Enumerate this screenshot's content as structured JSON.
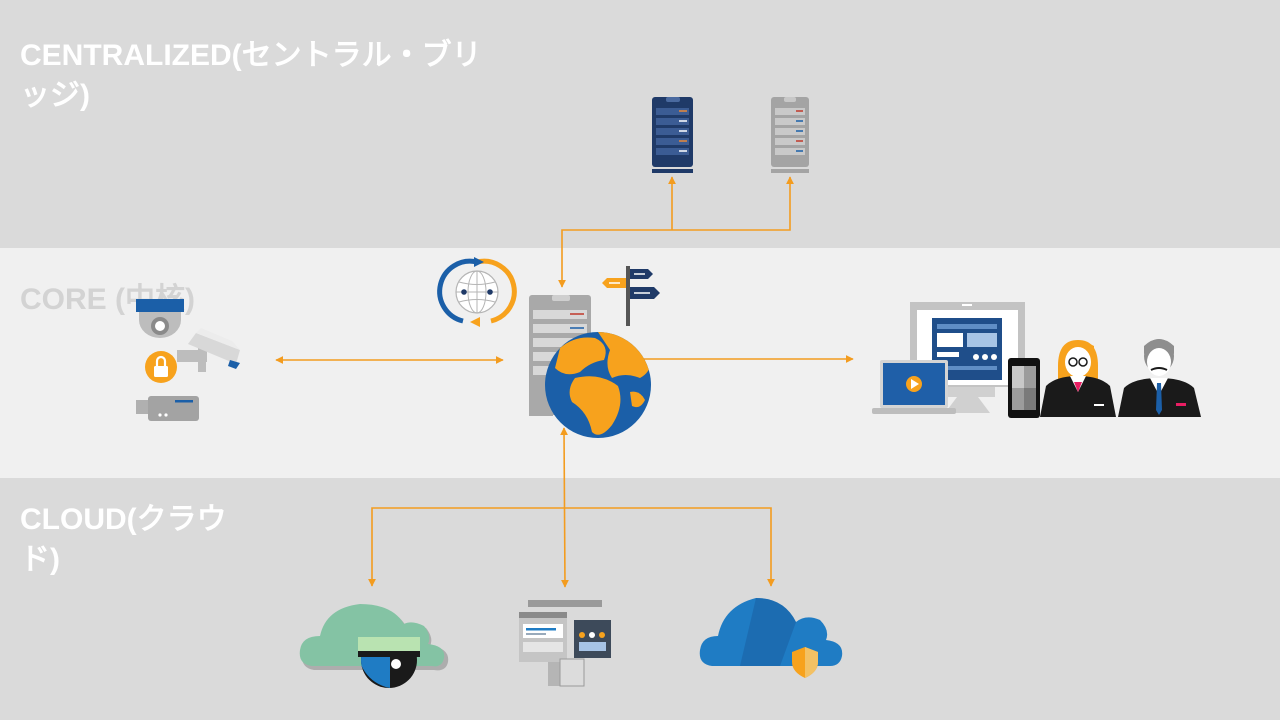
{
  "sections": {
    "centralized": "CENTRALIZED(セントラル・ブリッジ)",
    "core": "CORE (中核)",
    "cloud": "CLOUD(クラウド)"
  },
  "colors": {
    "arrow": "#f39c1f",
    "navy": "#1f3a68",
    "blue": "#1b5fa8",
    "cloud_blue": "#1f7cc4",
    "teal_cloud": "#84c3a4",
    "gray": "#9a9a9a",
    "orange": "#f7a21d"
  },
  "icons": {
    "navy_server": "navy-server-icon",
    "gray_server": "gray-server-icon",
    "sync_globe": "sync-globe-icon",
    "signpost": "signpost-icon",
    "core_server_globe": "core-server-globe-icon",
    "dome_camera": "dome-camera-icon",
    "bullet_camera": "bullet-camera-icon",
    "lock": "lock-icon",
    "box_camera": "box-camera-icon",
    "monitor": "monitor-icon",
    "laptop": "laptop-icon",
    "phone": "phone-icon",
    "woman_user": "woman-user-icon",
    "man_user": "man-user-icon",
    "camera_cloud": "camera-cloud-icon",
    "app_windows": "app-windows-icon",
    "shield_cloud": "shield-cloud-icon"
  }
}
